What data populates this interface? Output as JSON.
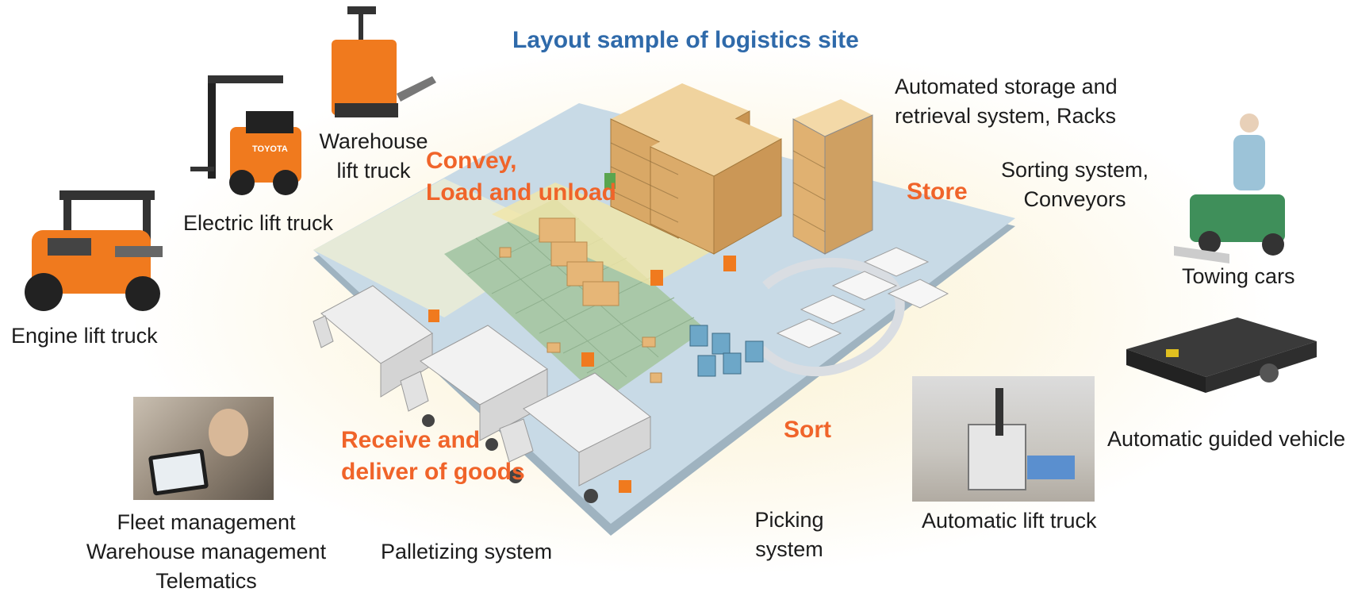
{
  "title": "Layout sample of logistics site",
  "labels": {
    "warehouse_lift_truck": [
      "Warehouse",
      "lift truck"
    ],
    "electric_lift_truck": "Electric lift truck",
    "engine_lift_truck": "Engine lift truck",
    "asrs": [
      "Automated storage and",
      "retrieval system, Racks"
    ],
    "sorting": [
      "Sorting system,",
      "Conveyors"
    ],
    "towing_cars": "Towing cars",
    "agv": "Automatic guided vehicle",
    "automatic_lift_truck": "Automatic lift truck",
    "picking": [
      "Picking",
      "system"
    ],
    "palletizing": "Palletizing system",
    "fleet": [
      "Fleet management",
      "Warehouse management",
      "Telematics"
    ]
  },
  "process": {
    "convey": [
      "Convey,",
      "Load and unload"
    ],
    "store": "Store",
    "receive": [
      "Receive and",
      "deliver of goods"
    ],
    "sort": "Sort"
  },
  "brand": "TOYOTA",
  "colors": {
    "title": "#2f6aaa",
    "process": "#f0642a",
    "forklift_orange": "#f07a1e",
    "floor": "#c5d9e6",
    "rack": "#d9a866"
  }
}
